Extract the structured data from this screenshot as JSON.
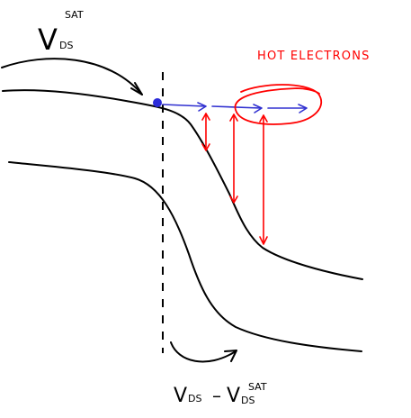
{
  "labels": {
    "vds_sat_main": "V",
    "vds_sat_sup": "SAT",
    "vds_sat_sub": "DS",
    "hot_electrons": "HOT ELECTRONS",
    "bottom_v": "V",
    "bottom_ds": "DS",
    "bottom_minus": "–",
    "bottom_v2": "V",
    "bottom_sup": "SAT",
    "bottom_sub": "DS"
  },
  "colors": {
    "ink": "#000000",
    "electron": "#2b2bd9",
    "annotation": "#ff0000"
  }
}
